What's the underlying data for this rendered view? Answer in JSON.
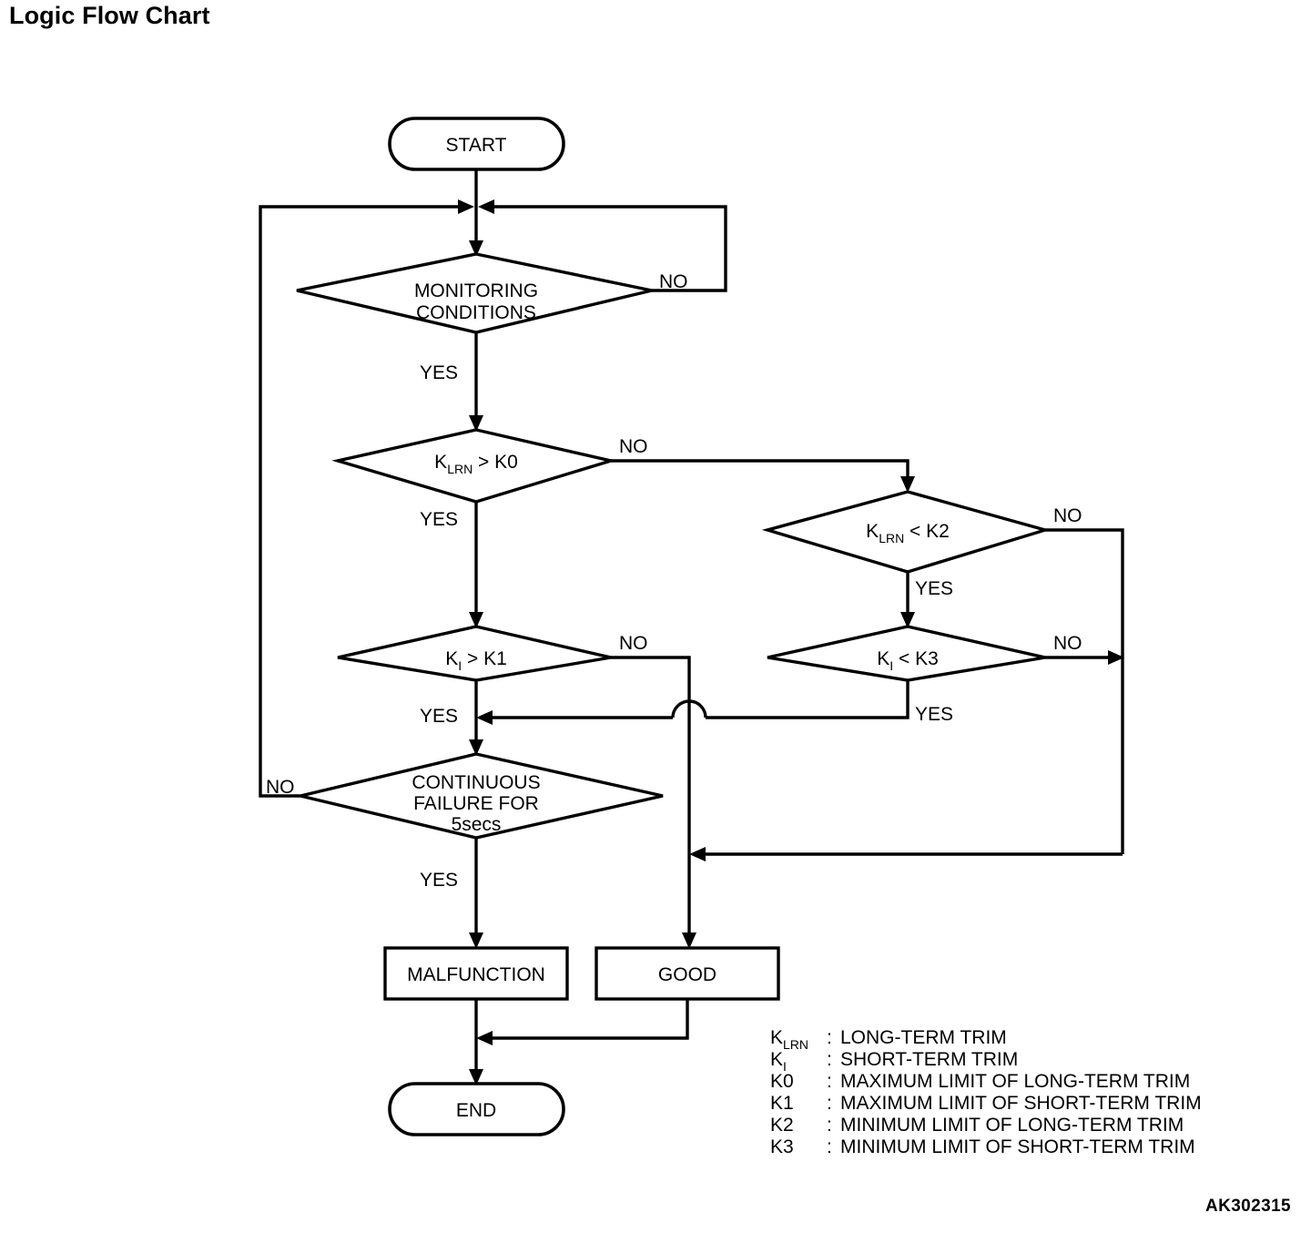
{
  "page": {
    "title": "Logic Flow Chart",
    "drawing_code": "AK302315"
  },
  "chart_data": {
    "type": "diagram",
    "diagram_kind": "flowchart",
    "title": "Logic Flow Chart",
    "nodes": [
      {
        "id": "start",
        "shape": "terminator",
        "text": "START"
      },
      {
        "id": "monitoring",
        "shape": "decision",
        "text": "MONITORING CONDITIONS",
        "line1": "MONITORING",
        "line2": "CONDITIONS"
      },
      {
        "id": "klrn_gt_k0",
        "shape": "decision",
        "text": "KLRN > K0",
        "base": "K",
        "sub": "LRN",
        "tail": " > K0"
      },
      {
        "id": "ki_gt_k1",
        "shape": "decision",
        "text": "KI > K1",
        "base": "K",
        "sub": "I",
        "tail": " > K1"
      },
      {
        "id": "klrn_lt_k2",
        "shape": "decision",
        "text": "KLRN < K2",
        "base": "K",
        "sub": "LRN",
        "tail": " < K2"
      },
      {
        "id": "ki_lt_k3",
        "shape": "decision",
        "text": "KI < K3",
        "base": "K",
        "sub": "I",
        "tail": " < K3"
      },
      {
        "id": "cont_fail",
        "shape": "decision",
        "text": "CONTINUOUS FAILURE FOR 5secs",
        "line1": "CONTINUOUS",
        "line2": "FAILURE FOR",
        "line3": "5secs"
      },
      {
        "id": "malfunction",
        "shape": "process",
        "text": "MALFUNCTION"
      },
      {
        "id": "good",
        "shape": "process",
        "text": "GOOD"
      },
      {
        "id": "end",
        "shape": "terminator",
        "text": "END"
      }
    ],
    "edges": [
      {
        "from": "start",
        "to": "monitoring",
        "label": ""
      },
      {
        "from": "monitoring",
        "to": "klrn_gt_k0",
        "label": "YES"
      },
      {
        "from": "monitoring",
        "to": "monitoring",
        "label": "NO"
      },
      {
        "from": "klrn_gt_k0",
        "to": "ki_gt_k1",
        "label": "YES"
      },
      {
        "from": "klrn_gt_k0",
        "to": "klrn_lt_k2",
        "label": "NO"
      },
      {
        "from": "ki_gt_k1",
        "to": "cont_fail",
        "label": "YES"
      },
      {
        "from": "ki_gt_k1",
        "to": "good",
        "label": "NO"
      },
      {
        "from": "klrn_lt_k2",
        "to": "ki_lt_k3",
        "label": "YES"
      },
      {
        "from": "klrn_lt_k2",
        "to": "good",
        "label": "NO"
      },
      {
        "from": "ki_lt_k3",
        "to": "cont_fail",
        "label": "YES"
      },
      {
        "from": "ki_lt_k3",
        "to": "good",
        "label": "NO"
      },
      {
        "from": "cont_fail",
        "to": "malfunction",
        "label": "YES"
      },
      {
        "from": "cont_fail",
        "to": "monitoring",
        "label": "NO"
      },
      {
        "from": "malfunction",
        "to": "end",
        "label": ""
      },
      {
        "from": "good",
        "to": "end",
        "label": ""
      }
    ],
    "branch_labels": {
      "monitoring_no": "NO",
      "monitoring_yes": "YES",
      "klrn_gt_k0_no": "NO",
      "klrn_gt_k0_yes": "YES",
      "ki_gt_k1_no": "NO",
      "ki_gt_k1_yes": "YES",
      "klrn_lt_k2_no": "NO",
      "klrn_lt_k2_yes": "YES",
      "ki_lt_k3_no": "NO",
      "ki_lt_k3_yes": "YES",
      "cont_fail_no": "NO",
      "cont_fail_yes": "YES"
    },
    "legend": [
      {
        "symbol_base": "K",
        "symbol_sub": "LRN",
        "separator": ":",
        "description": "LONG-TERM TRIM"
      },
      {
        "symbol_base": "K",
        "symbol_sub": "I",
        "separator": ":",
        "description": "SHORT-TERM TRIM"
      },
      {
        "symbol_base": "K0",
        "symbol_sub": "",
        "separator": ":",
        "description": "MAXIMUM LIMIT OF LONG-TERM TRIM"
      },
      {
        "symbol_base": "K1",
        "symbol_sub": "",
        "separator": ":",
        "description": "MAXIMUM LIMIT OF SHORT-TERM TRIM"
      },
      {
        "symbol_base": "K2",
        "symbol_sub": "",
        "separator": ":",
        "description": "MINIMUM LIMIT OF LONG-TERM TRIM"
      },
      {
        "symbol_base": "K3",
        "symbol_sub": "",
        "separator": ":",
        "description": "MINIMUM LIMIT OF SHORT-TERM TRIM"
      }
    ],
    "colors": {
      "stroke": "#000000",
      "fill": "#ffffff",
      "text": "#000000"
    }
  }
}
